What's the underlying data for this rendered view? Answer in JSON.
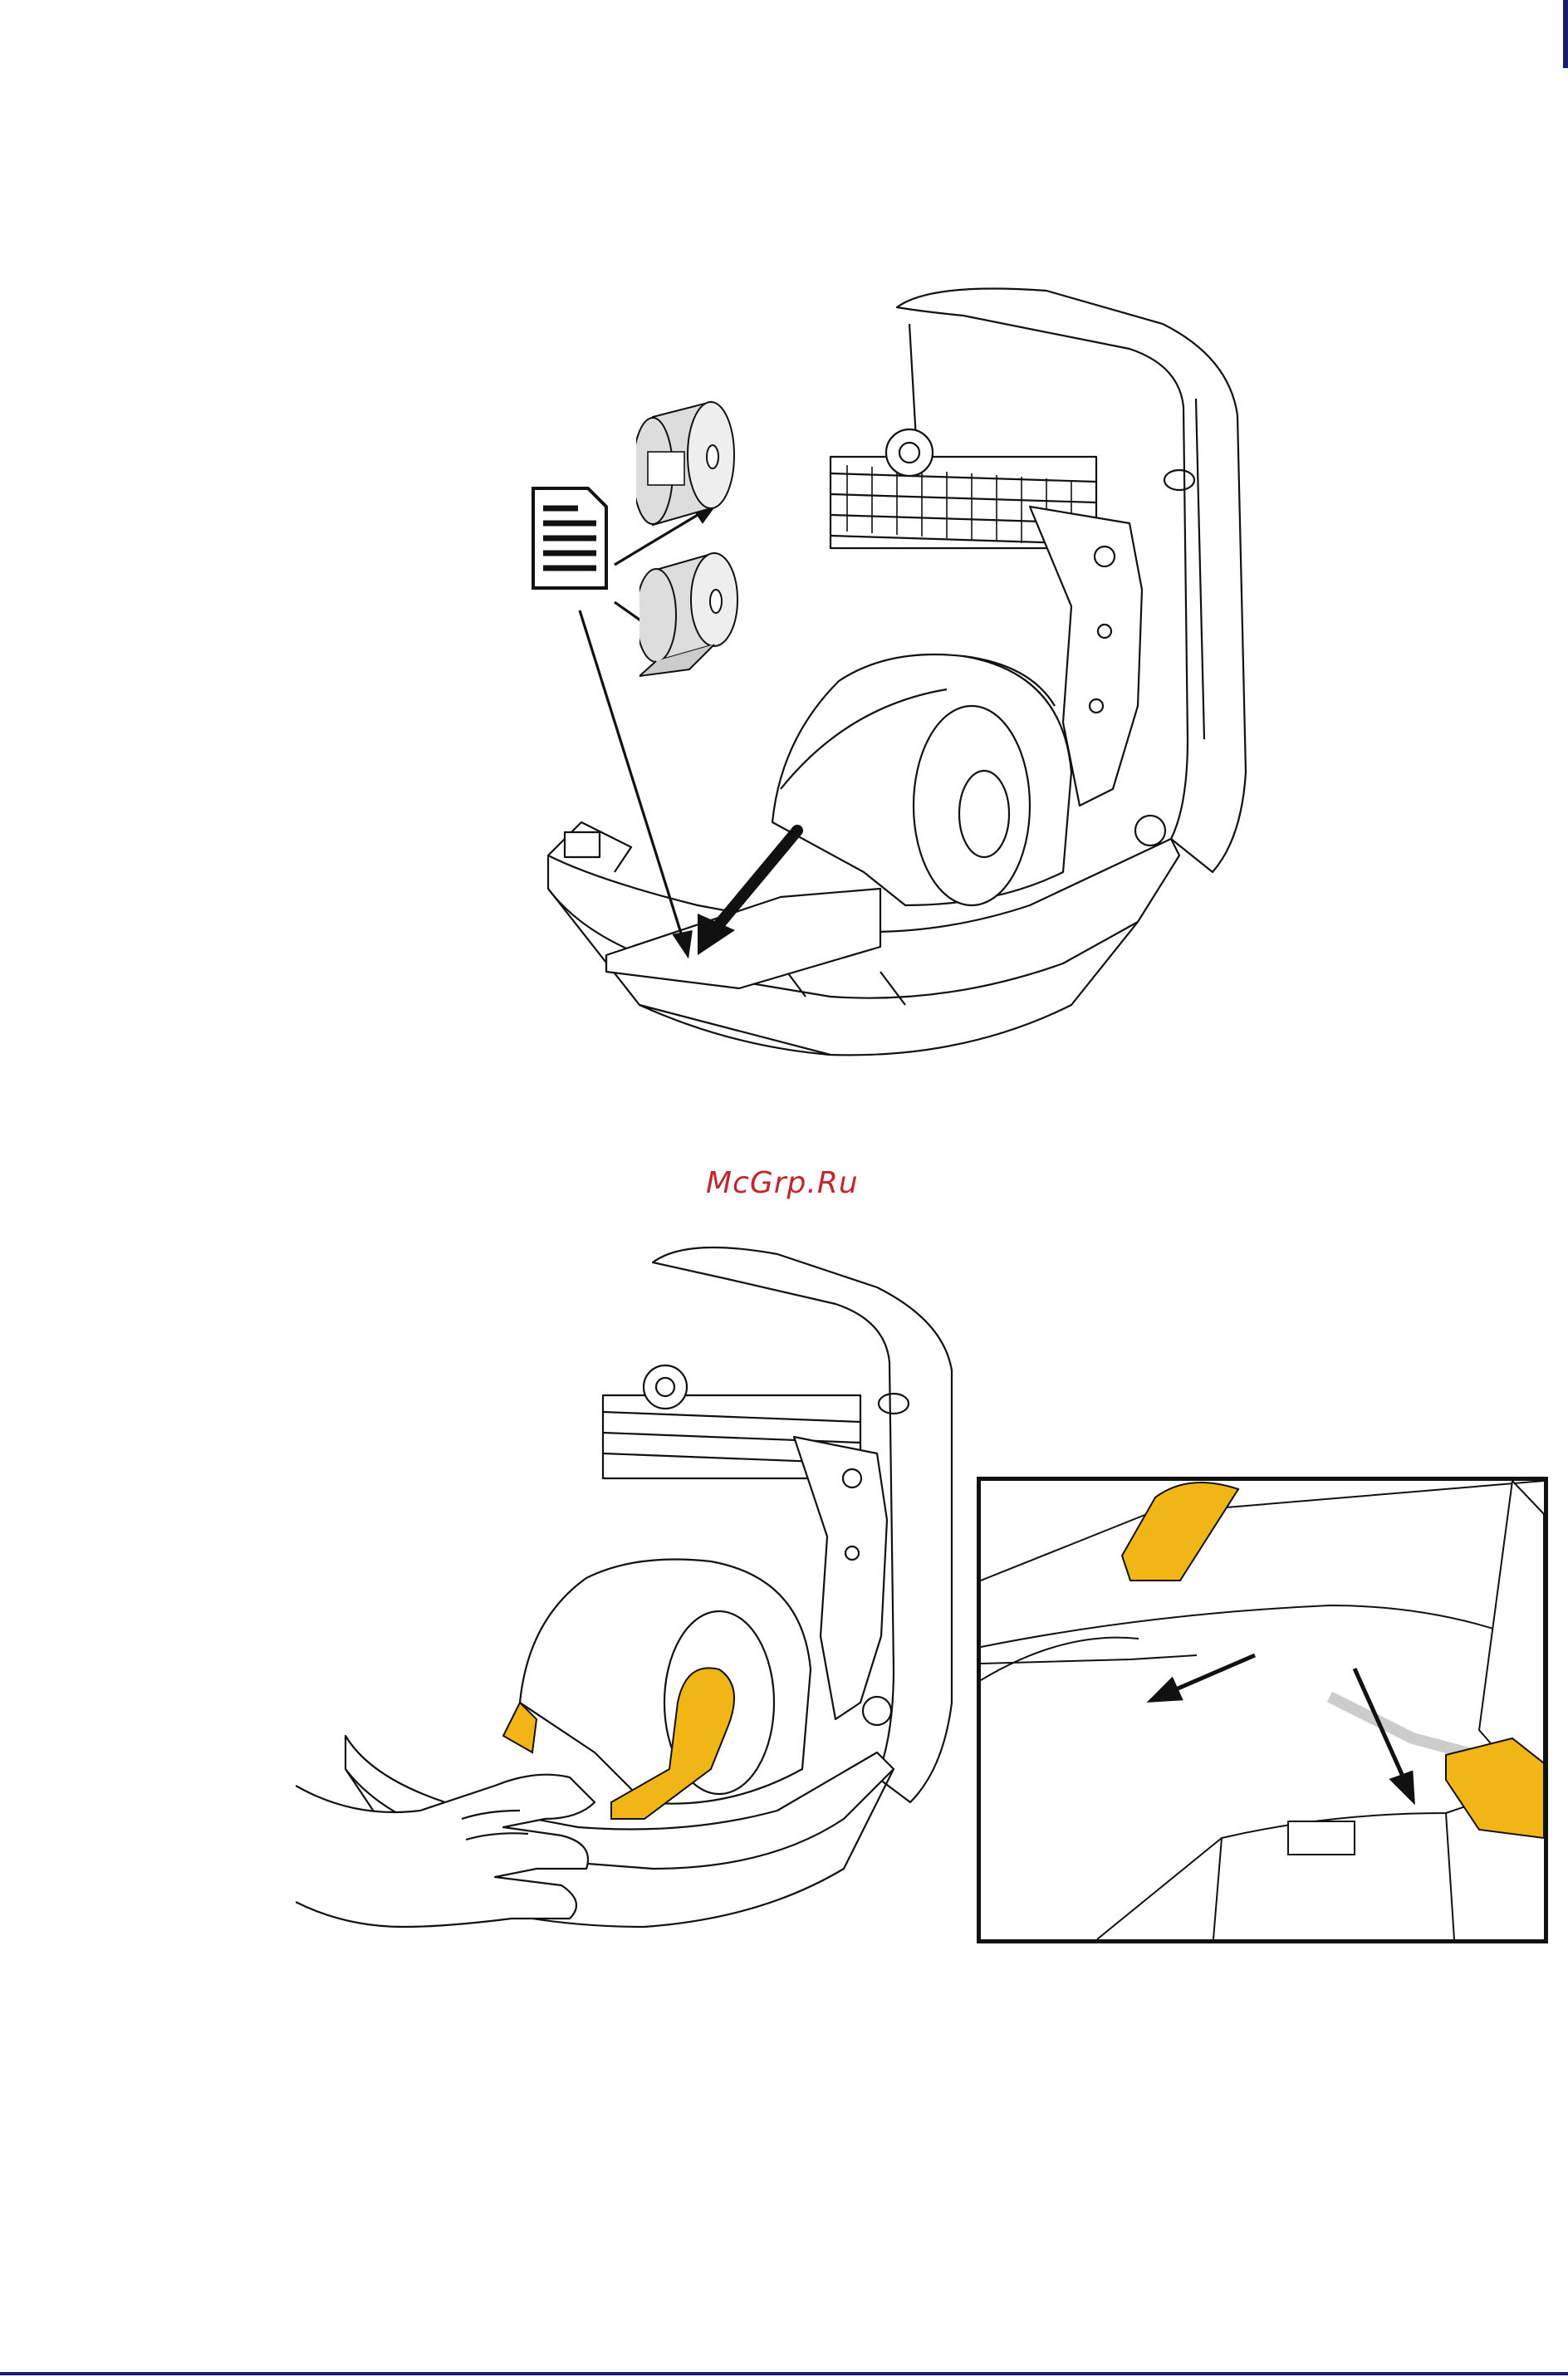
{
  "page": {
    "watermark_text": "McGrp.Ru"
  },
  "figures": {
    "top": {
      "name": "printer-loading-roll-media"
    },
    "bottom_left": {
      "name": "printer-adjusting-roll-holders"
    },
    "inset": {
      "name": "roll-holder-detail"
    }
  },
  "colors": {
    "accent_rule": "#1c1c6e",
    "highlight": "#f2b516",
    "watermark": "#c2272d",
    "line": "#111111"
  },
  "icons": [
    "document-icon",
    "label-roll-icon",
    "continuous-roll-icon",
    "insert-arrow-icon",
    "hand-icon",
    "roll-holder-arm-icon"
  ]
}
